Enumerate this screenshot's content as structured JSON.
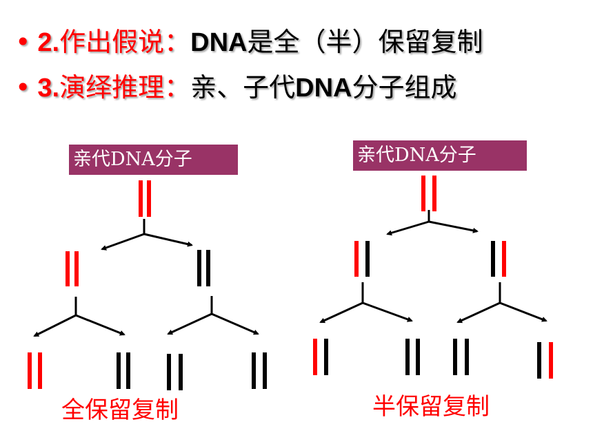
{
  "bullets": [
    {
      "num": "2.",
      "label": "作出假说：",
      "latin": "DNA",
      "text": "是全（半）保留复制"
    },
    {
      "num": "3.",
      "label": "演绎推理：",
      "prefix": "亲、子代",
      "latin": "DNA",
      "text": "分子组成"
    }
  ],
  "left_tree": {
    "parent_label": "亲代DNA分子",
    "caption": "全保留复制"
  },
  "right_tree": {
    "parent_label": "亲代DNA分子",
    "caption": "半保留复制"
  },
  "colors": {
    "old_strand": "#ff0000",
    "new_strand": "#000000",
    "box": "#993366",
    "accent": "#ff0000"
  }
}
